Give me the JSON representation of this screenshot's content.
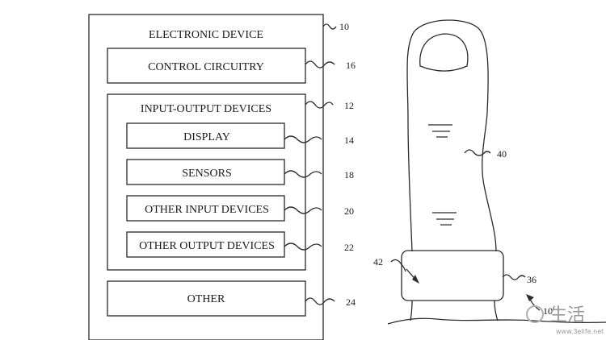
{
  "block_diagram": {
    "device_label": "ELECTRONIC DEVICE",
    "device_ref": "10",
    "control_label": "CONTROL CIRCUITRY",
    "control_ref": "16",
    "io_label": "INPUT-OUTPUT DEVICES",
    "io_ref": "12",
    "display_label": "DISPLAY",
    "display_ref": "14",
    "sensors_label": "SENSORS",
    "sensors_ref": "18",
    "other_input_label": "OTHER INPUT DEVICES",
    "other_input_ref": "20",
    "other_output_label": "OTHER OUTPUT DEVICES",
    "other_output_ref": "22",
    "other_label": "OTHER",
    "other_ref": "24"
  },
  "finger_drawing": {
    "finger_ref": "40",
    "band_ref": "36",
    "band_inner_ref": "42",
    "device_ref": "10"
  },
  "watermark": {
    "brand": "生活",
    "url": "www.3elife.net"
  }
}
